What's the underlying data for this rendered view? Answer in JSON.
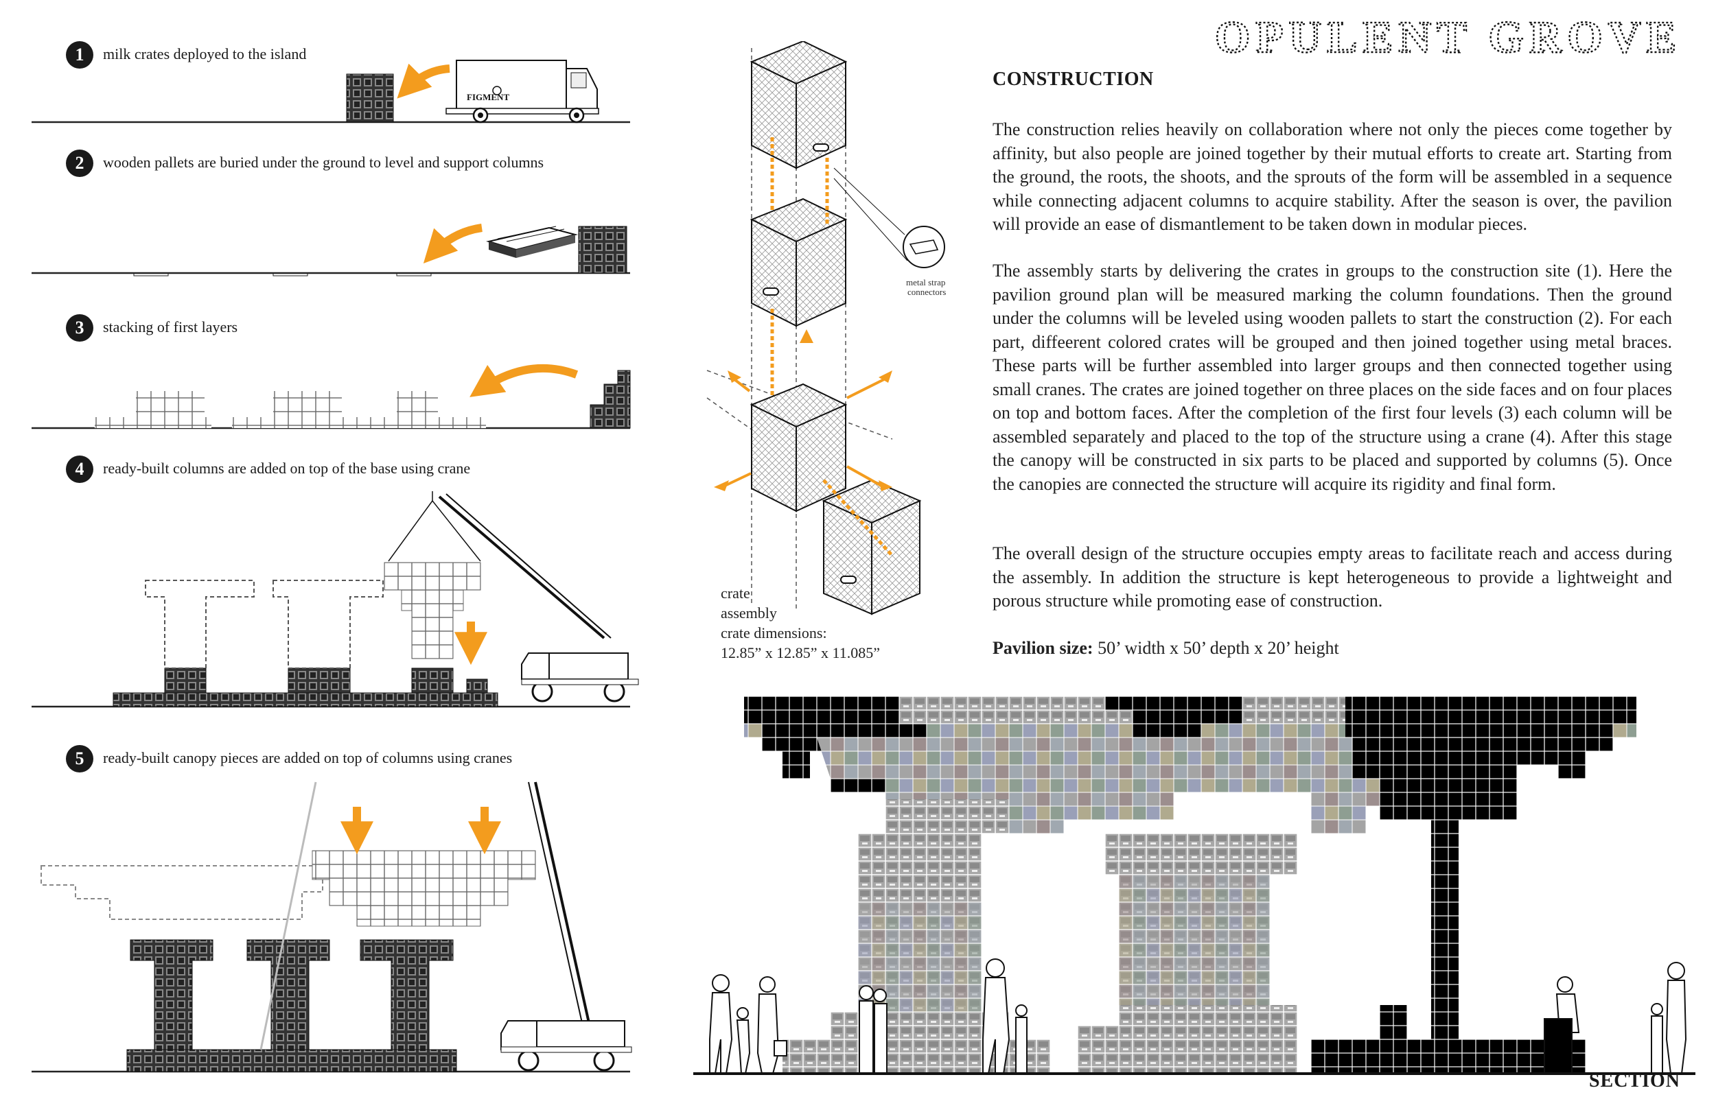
{
  "title": "OPULENT GROVE",
  "steps": [
    {
      "number": "1",
      "label": "milk crates deployed to the island"
    },
    {
      "number": "2",
      "label": "wooden pallets are buried under the ground  to level and support columns"
    },
    {
      "number": "3",
      "label": "stacking of first layers"
    },
    {
      "number": "4",
      "label": "ready-built columns are added on top of the base using crane"
    },
    {
      "number": "5",
      "label": "ready-built canopy pieces are added on top of columns using cranes"
    }
  ],
  "truck_logo": "FIGMENT",
  "construction": {
    "heading": "CONSTRUCTION",
    "paragraphs": [
      "The construction relies heavily on collaboration where not only the pieces come together by affinity, but also people are joined together by their mutual efforts to create art. Starting from the ground, the roots, the shoots, and the sprouts of the form will be assembled in a sequence while connecting adjacent columns to acquire stability. After the season is over, the pavilion will provide an ease of dismantlement to be taken down in modular pieces.",
      "The assembly starts by delivering the crates in groups to the construction site (1). Here the pavilion ground plan will be measured marking the column foundations. Then the ground under the columns will be leveled using wooden pallets to start the construction (2). For each part, diffeerent colored crates will be grouped and then joined together using metal braces. These parts will be further assembled into larger groups and then connected together using small cranes. The crates are joined together on three places on the side faces and on four places on top and bottom faces. After the completion of the first four levels (3) each column will be assembled separately and placed to the top of the structure using a crane (4). After this stage the canopy will be constructed in six parts to be placed and supported by columns (5). Once the canopies are connected the structure will acquire its rigidity and final form.",
      "The overall design of the structure occupies  empty areas to facilitate reach and access during the assembly. In addition the structure is kept heterogeneous to provide a lightweight and porous structure while promoting ease of construction."
    ],
    "size_label": "Pavilion size:",
    "size_value": " 50’ width x 50’ depth x 20’ height"
  },
  "crate_caption": {
    "line1": "crate",
    "line2": "assembly",
    "line3": "crate dimensions:",
    "line4": "12.85” x 12.85” x 11.085”"
  },
  "connector_label": {
    "line1": "metal strap",
    "line2": "connectors"
  },
  "section_label": "SECTION",
  "colors": {
    "accent": "#f39c1e",
    "ink": "#1a1a1a",
    "crate_black": "#000000",
    "crate_grey": "#9a9a9a"
  }
}
